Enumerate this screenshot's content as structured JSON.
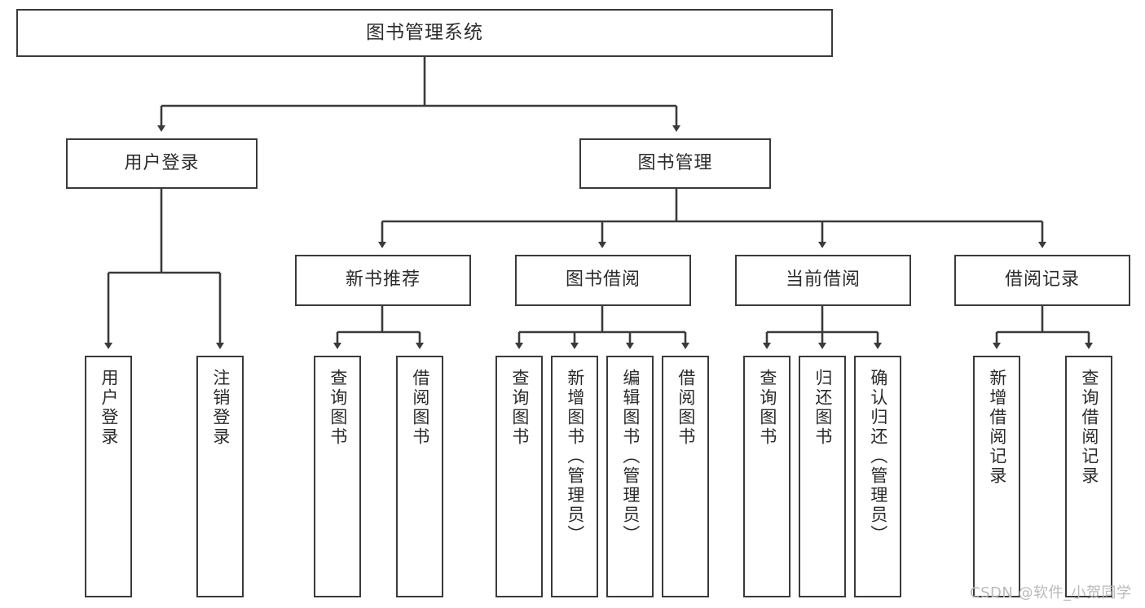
{
  "diagram": {
    "title": "图书管理系统",
    "watermark": "CSDN @软件_小贺同学",
    "line_color": "#3a3a3a",
    "box_fill": "#ffffff",
    "text_color": "#2b2b2b"
  },
  "nodes": {
    "root": {
      "label": "图书管理系统"
    },
    "level2": [
      {
        "label": "用户登录"
      },
      {
        "label": "图书管理"
      }
    ],
    "level3": [
      {
        "label": "新书推荐"
      },
      {
        "label": "图书借阅"
      },
      {
        "label": "当前借阅"
      },
      {
        "label": "借阅记录"
      }
    ],
    "leaves": {
      "user_login": [
        {
          "label": "用户登录"
        },
        {
          "label": "注销登录"
        }
      ],
      "new_books": [
        {
          "label": "查询图书"
        },
        {
          "label": "借阅图书"
        }
      ],
      "book_borrow": [
        {
          "label": "查询图书"
        },
        {
          "label": "新增图书（管理员）"
        },
        {
          "label": "编辑图书（管理员）"
        },
        {
          "label": "借阅图书"
        }
      ],
      "current_borrow": [
        {
          "label": "查询图书"
        },
        {
          "label": "归还图书"
        },
        {
          "label": "确认归还（管理员）"
        }
      ],
      "borrow_records": [
        {
          "label": "新增借阅记录"
        },
        {
          "label": "查询借阅记录"
        }
      ]
    }
  }
}
